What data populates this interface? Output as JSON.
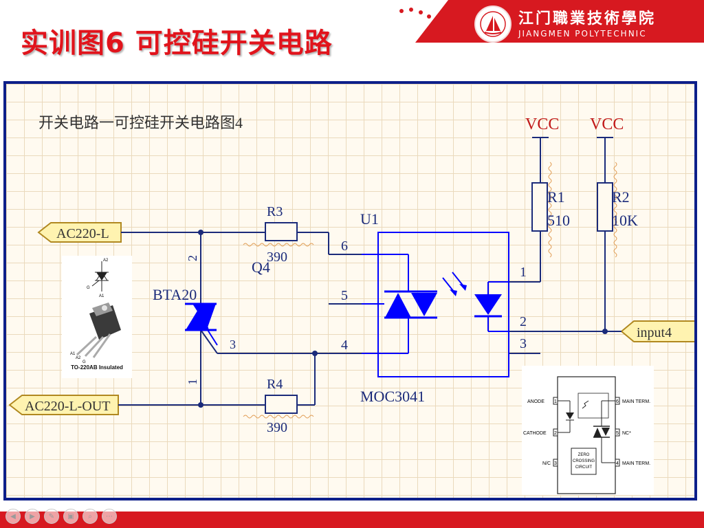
{
  "header": {
    "title": "实训图6 可控硅开关电路",
    "institution_cn": "江门職業技術學院",
    "institution_en": "JIANGMEN POLYTECHNIC"
  },
  "diagram": {
    "caption": "开关电路一可控硅开关电路图4",
    "ports": {
      "in": "AC220-L",
      "out": "AC220-L-OUT",
      "control": "input4"
    },
    "supplies": [
      "VCC",
      "VCC"
    ],
    "components": {
      "r1": {
        "ref": "R1",
        "value": "510"
      },
      "r2": {
        "ref": "R2",
        "value": "10K"
      },
      "r3": {
        "ref": "R3",
        "value": "390"
      },
      "r4": {
        "ref": "R4",
        "value": "390"
      },
      "u1": {
        "ref": "U1",
        "part": "MOC3041"
      },
      "triac": {
        "ref": "Q4",
        "part": "BTA20"
      }
    },
    "triac_pins": {
      "top": "2",
      "bottom": "1",
      "gate": "3"
    },
    "u1_pins": {
      "p6": "6",
      "p5": "5",
      "p4": "4",
      "p1": "1",
      "p2": "2",
      "p3": "3"
    },
    "package_photo": {
      "pins": {
        "a2": "A2",
        "g": "G",
        "a1": "A1"
      },
      "caption": "TO-220AB Insulated"
    },
    "chip_pinout": {
      "left": [
        "ANODE",
        "CATHODE",
        "N/C"
      ],
      "left_nums": [
        "1",
        "2",
        "3"
      ],
      "right": [
        "MAIN TERM.",
        "NC*",
        "MAIN TERM."
      ],
      "right_nums": [
        "6",
        "5",
        "4"
      ],
      "center": [
        "ZERO",
        "CROSSING",
        "CIRCUIT"
      ]
    }
  },
  "nav": {
    "buttons": [
      "◀",
      "▶",
      "✎",
      "▣",
      "⌕",
      "⋯"
    ]
  },
  "colors": {
    "accent_red": "#e1141c",
    "frame_blue": "#0d1f8a",
    "component_blue": "#0000ff",
    "wire_dark": "#1a2a7a",
    "port_yellow": "#fff3b0"
  }
}
